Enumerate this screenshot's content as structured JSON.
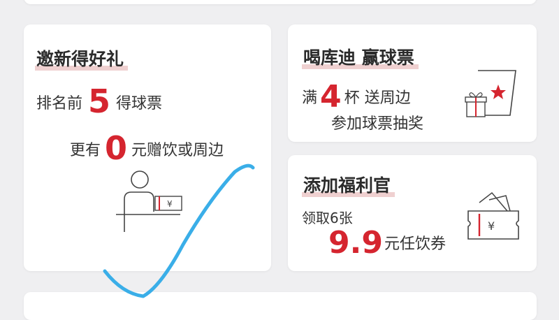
{
  "card_invite": {
    "title": "邀新得好礼",
    "line1_pre": "排名前",
    "line1_num": "5",
    "line1_post": "得球票",
    "line2_pre": "更有",
    "line2_num": "0",
    "line2_post": "元赠饮或周边",
    "icon": "person-with-ticket-icon",
    "ticket_symbol": "¥"
  },
  "card_drink": {
    "title": "喝库迪 赢球票",
    "line1_pre": "满",
    "line1_num": "4",
    "line1_post": "杯 送周边",
    "line2": "参加球票抽奖",
    "icon": "cup-and-gift-icon"
  },
  "card_welfare": {
    "title": "添加福利官",
    "line1": "领取6张",
    "price": "9.9",
    "price_post": "元任饮券",
    "icon": "coupon-tickets-icon",
    "ticket_symbol": "¥"
  },
  "colors": {
    "accent": "#d5252f",
    "checkmark": "#3aaee8",
    "title_highlight": "#e2a3a3"
  }
}
